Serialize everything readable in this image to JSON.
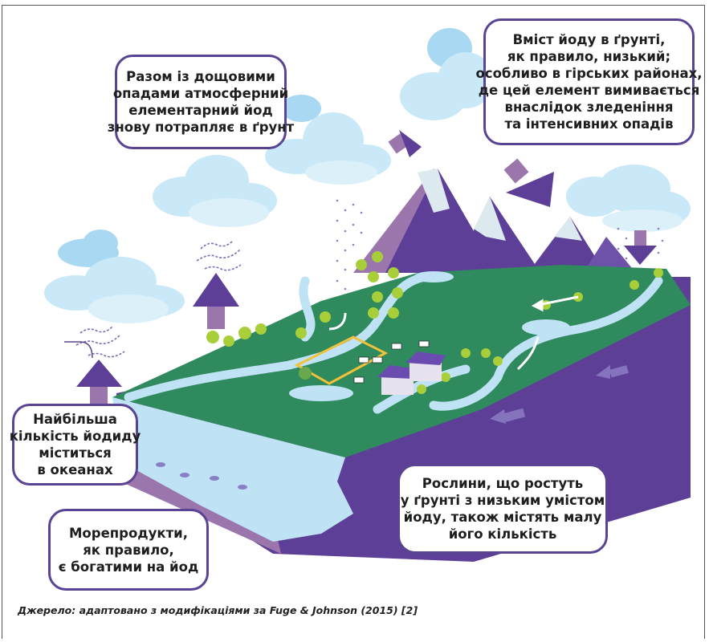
{
  "title": "Йодний цикл у природі",
  "callouts": {
    "rain": {
      "lines": [
        "Разом із дощовими",
        "опадами атмосферний",
        "елементарний йод",
        "знову потрапляє в ґрунт"
      ]
    },
    "soil": {
      "lines": [
        "Вміст йоду в ґрунті,",
        "як правило, низький;",
        "особливо в гірських районах,",
        "де цей елемент вимивається",
        "внаслідок зледеніння",
        "та інтенсивних опадів"
      ]
    },
    "ocean": {
      "lines": [
        "Найбільша",
        "кількість йодиду",
        "міститься",
        "в океанах"
      ]
    },
    "plants": {
      "lines": [
        "Рослини, що ростуть",
        "у ґрунті з низьким умістом",
        "йоду, також містять малу",
        "його кількість"
      ]
    },
    "seafood": {
      "lines": [
        "Морепродукти,",
        "як правило,",
        "є богатими на йод"
      ]
    }
  },
  "source": "Джерело: адаптовано з модифікаціями за Fuge & Johnson (2015) [2]",
  "colors": {
    "purple_dark": "#5e3f98",
    "purple_light": "#9b76ad",
    "green": "#2f8a5e",
    "water": "#bfe2f5",
    "cloud": "#bfe3f6",
    "snow": "#dce9ee",
    "tree": "#a8cf3a"
  }
}
